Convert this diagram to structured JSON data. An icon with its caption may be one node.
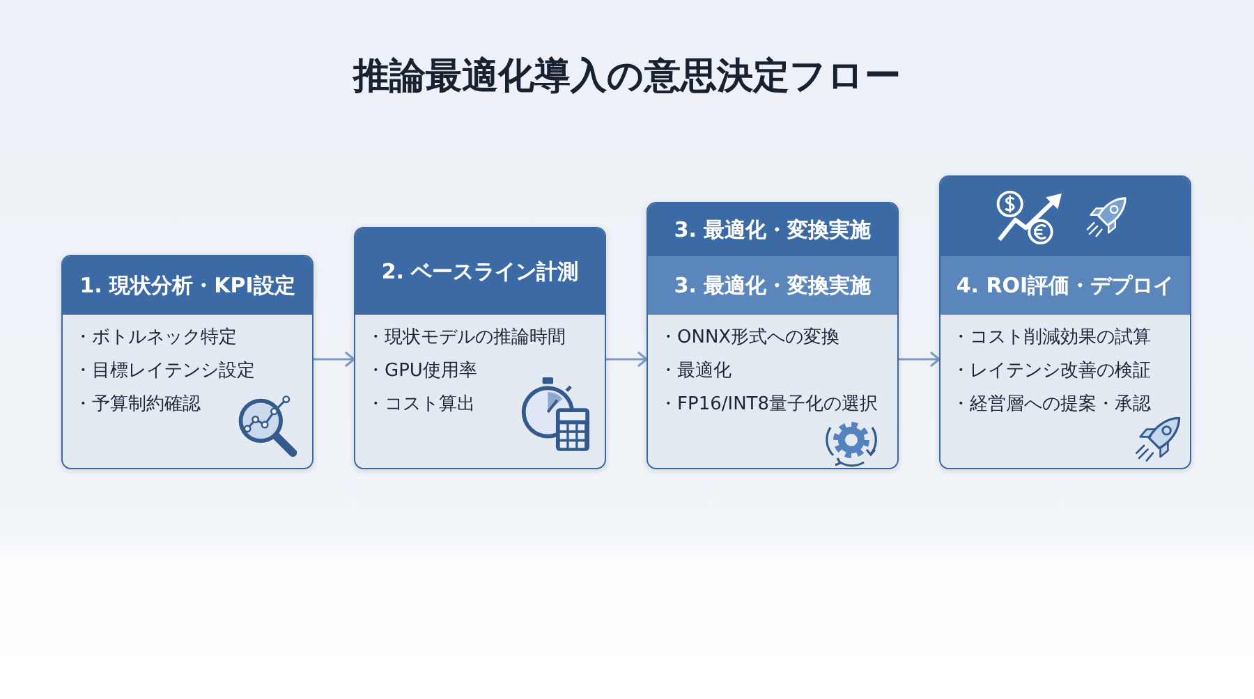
{
  "diagram": {
    "title": "推論最適化導入の意思決定フロー",
    "nodes": [
      {
        "text": [
          "1. 現状分析・KPI設定",
          "・ボトルネック特定",
          "・目標レイテンシ設定",
          "・予算制約確認"
        ]
      },
      {
        "text": [
          "2. ベースライン計測",
          "・現状モデルの推論時間",
          "・GPU使用率",
          "・コスト算出"
        ]
      },
      {
        "text": [
          "3. 最適化・変換実施",
          "3. 最適化・変換実施",
          "・ONNX形式への変換",
          "・最適化",
          "・FP16/INT8量子化の選択"
        ]
      },
      {
        "text": [
          "4. ROI評価・デプロイ",
          "・コスト削減効果の試算",
          "・レイテンシ改善の検証",
          "・経営層への提案・承認"
        ]
      }
    ],
    "edges": [
      {
        "from": 0,
        "to": 1,
        "arrow": "to"
      },
      {
        "from": 1,
        "to": 2,
        "arrow": "to"
      },
      {
        "from": 2,
        "to": 3,
        "arrow": "to"
      }
    ]
  }
}
